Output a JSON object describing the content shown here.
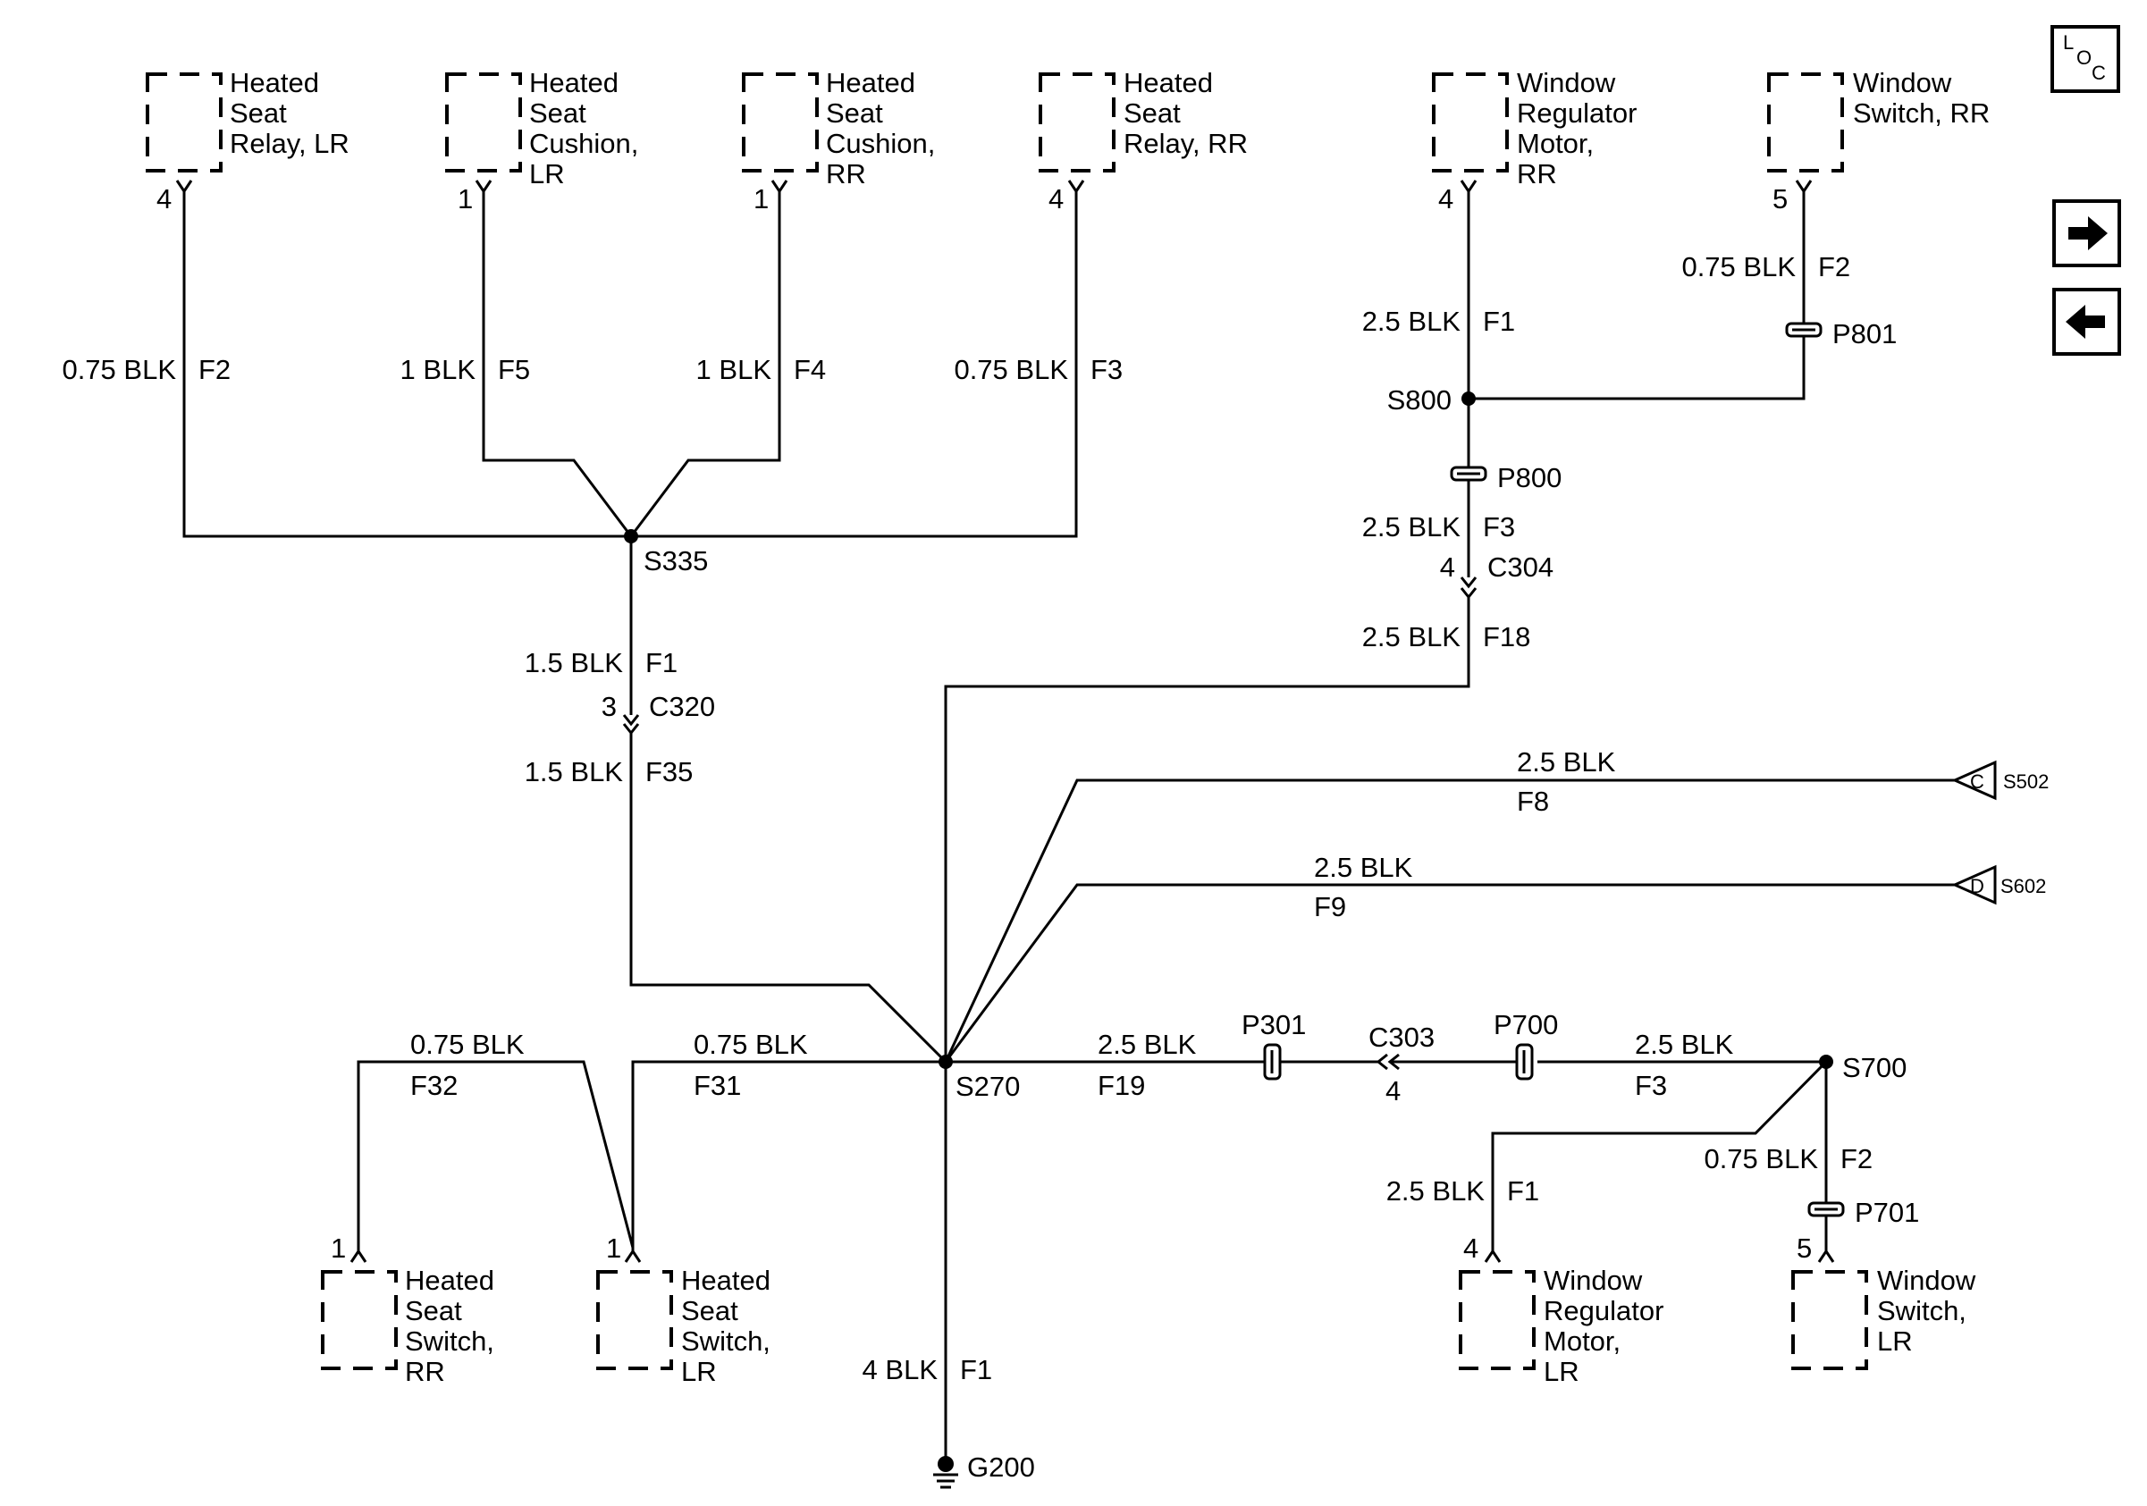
{
  "components": {
    "heated_seat_relay_lr": [
      "Heated",
      "Seat",
      "Relay, LR"
    ],
    "heated_seat_cushion_lr": [
      "Heated",
      "Seat",
      "Cushion,",
      "LR"
    ],
    "heated_seat_cushion_rr": [
      "Heated",
      "Seat",
      "Cushion,",
      "RR"
    ],
    "heated_seat_relay_rr": [
      "Heated",
      "Seat",
      "Relay, RR"
    ],
    "window_regulator_motor_rr": [
      "Window",
      "Regulator",
      "Motor,",
      "RR"
    ],
    "window_switch_rr": [
      "Window",
      "Switch, RR"
    ],
    "heated_seat_switch_rr": [
      "Heated",
      "Seat",
      "Switch,",
      "RR"
    ],
    "heated_seat_switch_lr": [
      "Heated",
      "Seat",
      "Switch,",
      "LR"
    ],
    "window_regulator_motor_lr": [
      "Window",
      "Regulator",
      "Motor,",
      "LR"
    ],
    "window_switch_lr": [
      "Window",
      "Switch,",
      "LR"
    ]
  },
  "pins": {
    "relay_lr": "4",
    "cushion_lr": "1",
    "cushion_rr": "1",
    "relay_rr": "4",
    "motor_rr": "4",
    "switch_rr": "5",
    "seat_switch_rr": "1",
    "seat_switch_lr": "1",
    "motor_lr": "4",
    "switch_lr": "5",
    "c320": "3",
    "c304": "4",
    "c303": "4"
  },
  "wires": {
    "w_relay_lr": {
      "gauge": "0.75 BLK",
      "id": "F2"
    },
    "w_cushion_lr": {
      "gauge": "1 BLK",
      "id": "F5"
    },
    "w_cushion_rr": {
      "gauge": "1 BLK",
      "id": "F4"
    },
    "w_relay_rr": {
      "gauge": "0.75 BLK",
      "id": "F3"
    },
    "w_s335_c320": {
      "gauge": "1.5 BLK",
      "id": "F1"
    },
    "w_c320_s270": {
      "gauge": "1.5 BLK",
      "id": "F35"
    },
    "w_motor_rr": {
      "gauge": "2.5 BLK",
      "id": "F1"
    },
    "w_switch_rr": {
      "gauge": "0.75 BLK",
      "id": "F2"
    },
    "w_p800_c304": {
      "gauge": "2.5 BLK",
      "id": "F3"
    },
    "w_c304_s270": {
      "gauge": "2.5 BLK",
      "id": "F18"
    },
    "w_s502": {
      "gauge": "2.5 BLK",
      "id": "F8"
    },
    "w_s602": {
      "gauge": "2.5 BLK",
      "id": "F9"
    },
    "w_seat_switch_rr": {
      "gauge": "0.75 BLK",
      "id": "F32"
    },
    "w_seat_switch_lr": {
      "gauge": "0.75 BLK",
      "id": "F31"
    },
    "w_s270_c303": {
      "gauge": "2.5 BLK",
      "id": "F19"
    },
    "w_c303_s700": {
      "gauge": "2.5 BLK",
      "id": "F3"
    },
    "w_motor_lr": {
      "gauge": "2.5 BLK",
      "id": "F1"
    },
    "w_switch_lr": {
      "gauge": "0.75 BLK",
      "id": "F2"
    },
    "w_ground": {
      "gauge": "4 BLK",
      "id": "F1"
    }
  },
  "splices": {
    "s335": "S335",
    "s270": "S270",
    "s800": "S800",
    "s700": "S700"
  },
  "connectors": {
    "c320": "C320",
    "c304": "C304",
    "c303": "C303",
    "p800": "P800",
    "p801": "P801",
    "p301": "P301",
    "p700": "P700",
    "p701": "P701"
  },
  "ground": "G200",
  "offpage": {
    "s502": {
      "letter": "C",
      "ref": "S502"
    },
    "s602": {
      "letter": "D",
      "ref": "S602"
    }
  },
  "nav": {
    "loc_l": "L",
    "loc_o": "O",
    "loc_c": "C",
    "forward_icon": "arrow-right-icon",
    "back_icon": "arrow-left-icon"
  }
}
